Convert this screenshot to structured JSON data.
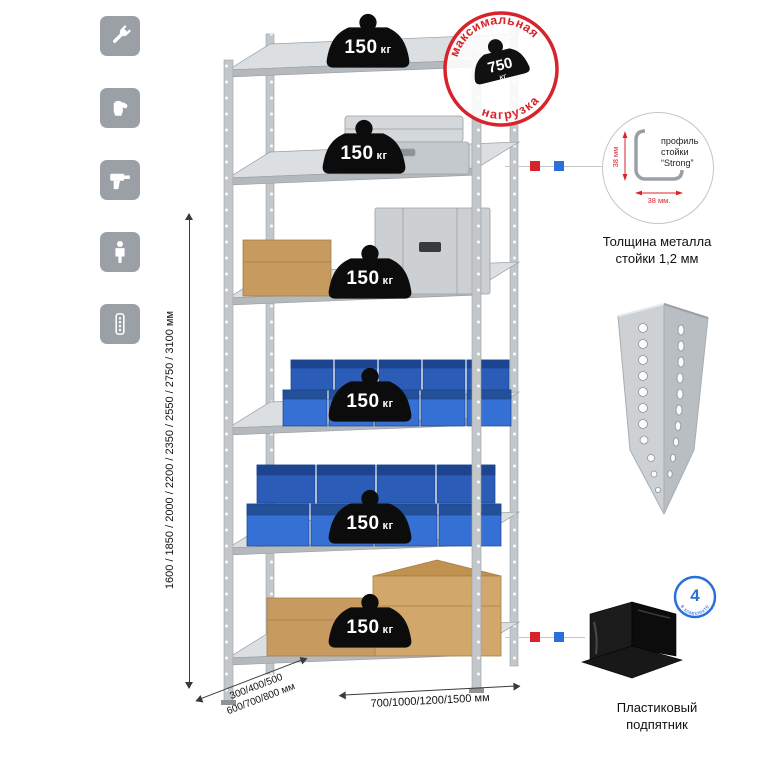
{
  "shelves": [
    {
      "load": "150",
      "unit": "кг"
    },
    {
      "load": "150",
      "unit": "кг"
    },
    {
      "load": "150",
      "unit": "кг"
    },
    {
      "load": "150",
      "unit": "кг"
    },
    {
      "load": "150",
      "unit": "кг"
    },
    {
      "load": "150",
      "unit": "кг"
    }
  ],
  "stamp": {
    "arc_top": "максимальная",
    "arc_bottom": "нагрузка",
    "value": "750",
    "unit": "кг"
  },
  "profile_callout": {
    "label_line1": "профиль",
    "label_line2": "стойки",
    "label_line3": "“Strong”",
    "dim_vertical": "38 мм",
    "dim_horizontal": "38 мм.",
    "caption_line1": "Толщина металла",
    "caption_line2": "стойки 1,2 мм"
  },
  "foot_callout": {
    "badge_number": "4",
    "badge_text": "в комплекте",
    "caption_line1": "Пластиковый",
    "caption_line2": "подпятник"
  },
  "dimensions": {
    "height": "1600 / 1850 / 2000 / 2200 / 2350 / 2550 / 2750 / 3100 мм",
    "depth_line1": "300/400/500",
    "depth_line2": "600/700/800 мм",
    "width": "700/1000/1200/1500 мм"
  },
  "colors": {
    "accent_red": "#d8232a",
    "accent_blue": "#2a6fdb",
    "icon_gray": "#9aa0a6",
    "bin_blue": "#2f66c4"
  },
  "icons": [
    "wrench-icon",
    "glove-icon",
    "drill-icon",
    "person-icon",
    "perforated-post-icon"
  ]
}
